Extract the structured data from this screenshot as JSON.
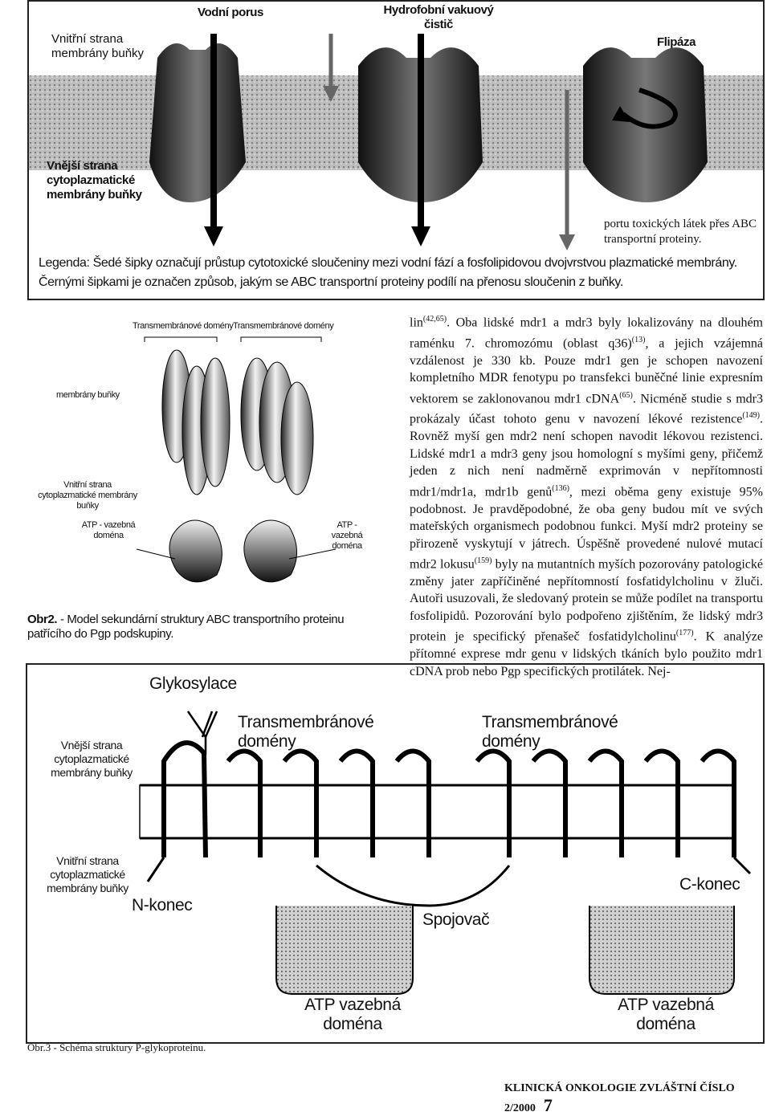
{
  "figure1": {
    "label_inner": "Vnitřní strana membrány buňky",
    "label_pore": "Vodní porus",
    "label_vacuum": "Hydrofobní vakuový čistič",
    "label_flippase": "Flipáza",
    "label_outer": "Vnější strana cytoplazmatické membrány buňky",
    "note": "portu toxických látek přes ABC transportní proteiny.",
    "caption_legend": "Legenda: Šedé šipky označují průstup cytotoxické sloučeniny mezi vodní fází a fosfolipidovou dvojvrstvou plazmatické membrány.",
    "caption_black": "Černými šipkami je označen způsob, jakým se ABC transportní proteiny podílí na přenosu sloučenin z buňky."
  },
  "figure2": {
    "tm_domains_left": "Transmembránové domény",
    "tm_domains_right": "Transmembránové domény",
    "membrane": "membrány buňky",
    "inner_side": "Vnitřní strana cytoplazmatické membrány buňky",
    "atp_left": "ATP - vazebná doména",
    "atp_right": "ATP - vazebná doména",
    "caption_bold": "Obr2.",
    "caption_text": " - Model sekundární struktury ABC transportního proteinu patřícího do Pgp podskupiny."
  },
  "body_text": {
    "p1_a": "lin",
    "p1_ref1": "(42,65)",
    "p1_b": ". Oba lidské mdr1 a mdr3 byly lokalizovány na dlouhém raménku 7. chromozómu (oblast q36)",
    "p1_ref2": "(13)",
    "p1_c": ", a jejich vzájemná vzdálenost je 330 kb. Pouze mdr1 gen je schopen navození kompletního MDR fenotypu po transfekci buněčné linie expresním vektorem se zaklonovanou mdr1 cDNA",
    "p1_ref3": "(65)",
    "p1_d": ". Nicméně studie s mdr3 prokázaly účast tohoto genu v navození lékové rezistence",
    "p1_ref4": "(149)",
    "p1_e": ". Rovněž myší gen mdr2 není schopen navodit lékovou rezistenci. Lidské mdr1 a mdr3 geny jsou homologní s myšími geny, přičemž jeden z nich není nadměrně exprimován v nepřítomnosti mdr1/mdr1a, mdr1b genů",
    "p1_ref5": "(136)",
    "p1_f": ", mezi oběma geny existuje 95% podobnost. Je pravděpodobné, že oba geny budou mít ve svých mateřských organismech podobnou funkci. Myší mdr2 proteiny se přirozeně vyskytují v játrech. Úspěšně provedené nulové mutací mdr2 lokusu",
    "p1_ref6": "(159)",
    "p1_g": " byly na mutantních myších pozorovány patologické změny jater zapříčiněné nepřítomností fosfatidylcholinu v žluči. Autoři usuzovali, že sledovaný protein se může podílet na transportu fosfolipidů. Pozorování bylo podpořeno zjištěním, že lidský mdr3 protein je specifický přenašeč fosfatidylcholinu",
    "p1_ref7": "(177)",
    "p1_h": ". K analýze přítomné exprese mdr genu v lidských tkáních bylo použito mdr1 cDNA prob nebo Pgp specifických protilátek. Nej-"
  },
  "figure3": {
    "glyco": "Glykosylace",
    "tm_left": "Transmembránové domény",
    "tm_right": "Transmembránové domény",
    "outer_side": "Vnější strana cytoplazmatické membrány buňky",
    "inner_side": "Vnitřní strana cytoplazmatické membrány buňky",
    "n_term": "N-konec",
    "c_term": "C-konec",
    "linker": "Spojovač",
    "atp_left_a": "ATP vazebná",
    "atp_left_b": "doména",
    "atp_right_a": "ATP vazebná",
    "atp_right_b": "doména",
    "caption": "Obr.3 - Schéma struktury P-glykoproteinu."
  },
  "footer": {
    "journal": "KLINICKÁ ONKOLOGIE ZVLÁŠTNÍ ČÍSLO 2/2000",
    "page": "7"
  }
}
